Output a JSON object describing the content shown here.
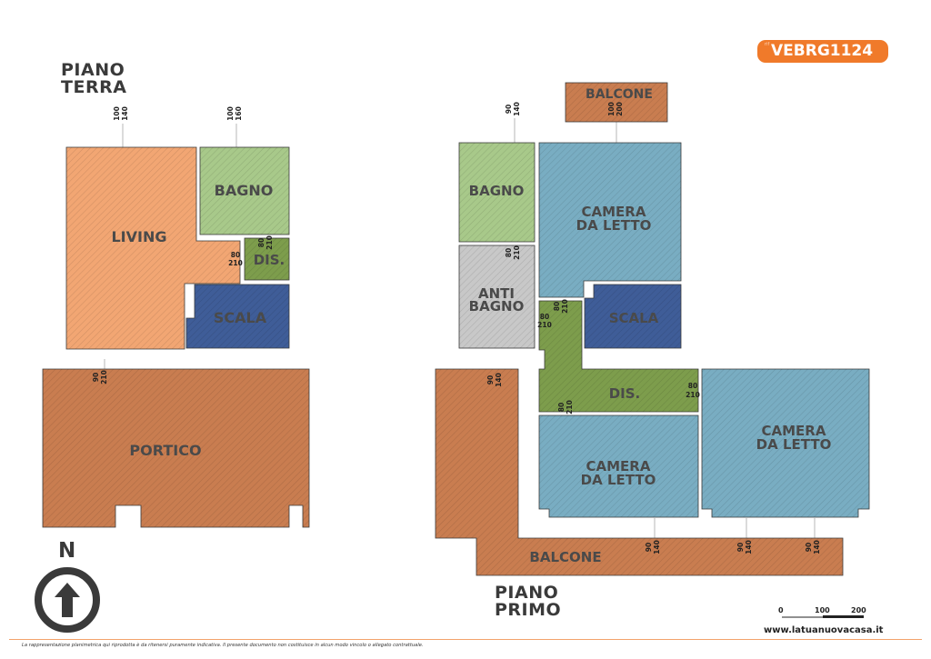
{
  "reference": {
    "prefix": "rif",
    "code": "VEBRG1124"
  },
  "floors": {
    "ground": [
      "PIANO",
      "TERRA"
    ],
    "first": [
      "PIANO",
      "PRIMO"
    ]
  },
  "rooms": {
    "living": "LIVING",
    "bagno_pt": "BAGNO",
    "dis_pt": "DIS.",
    "scala_pt": "SCALA",
    "portico": "PORTICO",
    "balcone_top": "BALCONE",
    "bagno_pp": "BAGNO",
    "anti_bagno": [
      "ANTI",
      "BAGNO"
    ],
    "camera_1": [
      "CAMERA",
      "DA LETTO"
    ],
    "scala_pp": "SCALA",
    "dis_pp": "DIS.",
    "camera_2": [
      "CAMERA",
      "DA LETTO"
    ],
    "camera_3": [
      "CAMERA",
      "DA LETTO"
    ],
    "balcone_bottom": "BALCONE"
  },
  "dimensions": {
    "w_living_top": [
      "100",
      "140"
    ],
    "w_bagno_pt": [
      "100",
      "160"
    ],
    "d_living_dis": [
      "80",
      "210"
    ],
    "d_dis_pt": [
      "80",
      "210"
    ],
    "d_portico": [
      "90",
      "210"
    ],
    "w_bagno_pp": [
      "90",
      "140"
    ],
    "d_balcone_top": [
      "100",
      "200"
    ],
    "d_anti": [
      "80",
      "210"
    ],
    "d_anti_dis": [
      "80",
      "210"
    ],
    "d_camera1": [
      "80",
      "210"
    ],
    "d_balc_left": [
      "90",
      "140"
    ],
    "d_dis_right": [
      "80",
      "210"
    ],
    "d_camera2_dis": [
      "80",
      "210"
    ],
    "w_bal_1": [
      "90",
      "140"
    ],
    "w_bal_2": [
      "90",
      "140"
    ],
    "w_bal_3": [
      "90",
      "140"
    ]
  },
  "scale": {
    "labels": [
      "0",
      "100",
      "200"
    ]
  },
  "website": "www.latuanuovacasa.it",
  "disclaimer": "La rappresentazione planimetrica qui riprodotta è da ritenersi puramente indicativa. Il presente documento non costituisce in alcun modo vincolo o allegato contrattuale.",
  "north": "N",
  "colors": {
    "living": "#f2a673",
    "bagno": "#a8c98a",
    "dis": "#7d9d4c",
    "scala": "#3f5d98",
    "portico": "#c97d50",
    "camera": "#79adc2",
    "anti": "#c8c8c8",
    "accent": "#f07a2a"
  }
}
